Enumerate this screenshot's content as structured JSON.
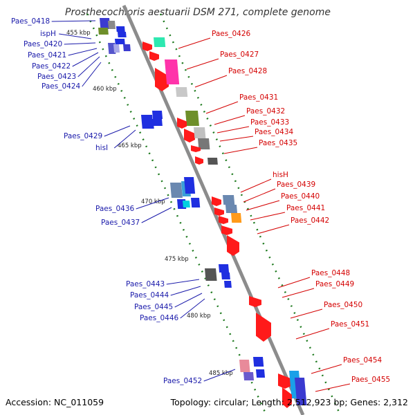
{
  "title": "Prosthecochloris aestuarii DSM 271, complete genome",
  "accession": "Accession: NC_011059",
  "topology": "Topology: circular; Length: 2,512,923 bp; Genes: 2,312",
  "colors": {
    "forward_label": "#d40000",
    "reverse_label": "#1a1aaa",
    "backbone": "#8c8c8c",
    "tick": "#1e7a1e"
  },
  "kbp_marks": [
    "455 kbp",
    "460 kbp",
    "465 kbp",
    "470 kbp",
    "475 kbp",
    "480 kbp",
    "485 kbp"
  ],
  "forward_labels": [
    "Paes_0426",
    "Paes_0427",
    "Paes_0428",
    "Paes_0431",
    "Paes_0432",
    "Paes_0433",
    "Paes_0434",
    "Paes_0435",
    "hisH",
    "Paes_0439",
    "Paes_0440",
    "Paes_0441",
    "Paes_0442",
    "Paes_0448",
    "Paes_0449",
    "Paes_0450",
    "Paes_0451",
    "Paes_0454",
    "Paes_0455"
  ],
  "reverse_labels": [
    "Paes_0418",
    "ispH",
    "Paes_0420",
    "Paes_0421",
    "Paes_0422",
    "Paes_0423",
    "Paes_0424",
    "Paes_0429",
    "hisI",
    "Paes_0436",
    "Paes_0437",
    "Paes_0443",
    "Paes_0444",
    "Paes_0445",
    "Paes_0446",
    "Paes_0452"
  ]
}
